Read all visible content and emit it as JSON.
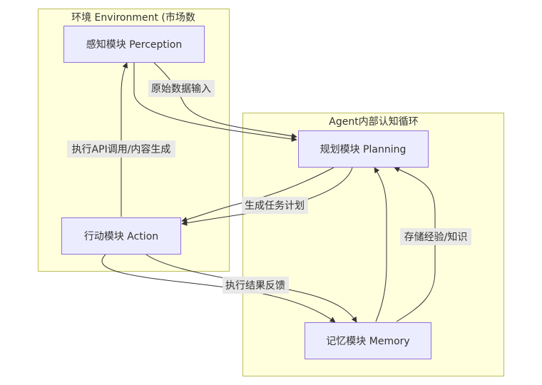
{
  "diagram": {
    "type": "flowchart",
    "colors": {
      "cluster_fill": "#ffffde",
      "cluster_stroke": "#bcbc5c",
      "node_fill": "#ececff",
      "node_stroke": "#9370db",
      "edge": "#333333",
      "edge_label_bg": "#e8e8e8",
      "text": "#333333"
    },
    "clusters": [
      {
        "id": "environment",
        "title": "环境 Environment (市场数"
      },
      {
        "id": "agent",
        "title": "Agent内部认知循环"
      }
    ],
    "nodes": [
      {
        "id": "perception",
        "label": "感知模块 Perception",
        "cluster": "environment"
      },
      {
        "id": "action",
        "label": "行动模块 Action",
        "cluster": "environment"
      },
      {
        "id": "planning",
        "label": "规划模块 Planning",
        "cluster": "agent"
      },
      {
        "id": "memory",
        "label": "记忆模块 Memory",
        "cluster": "agent"
      }
    ],
    "edges": [
      {
        "from": "perception",
        "to": "planning",
        "label": "原始数据输入"
      },
      {
        "from": "perception",
        "to": "planning",
        "label": ""
      },
      {
        "from": "planning",
        "to": "action",
        "label": "生成任务计划"
      },
      {
        "from": "planning",
        "to": "action",
        "label": ""
      },
      {
        "from": "action",
        "to": "perception",
        "label": "执行API调用/内容生成"
      },
      {
        "from": "action",
        "to": "memory",
        "label": "执行结果反馈"
      },
      {
        "from": "action",
        "to": "memory",
        "label": ""
      },
      {
        "from": "memory",
        "to": "planning",
        "label": "存储经验/知识"
      },
      {
        "from": "memory",
        "to": "planning",
        "label": ""
      }
    ]
  }
}
